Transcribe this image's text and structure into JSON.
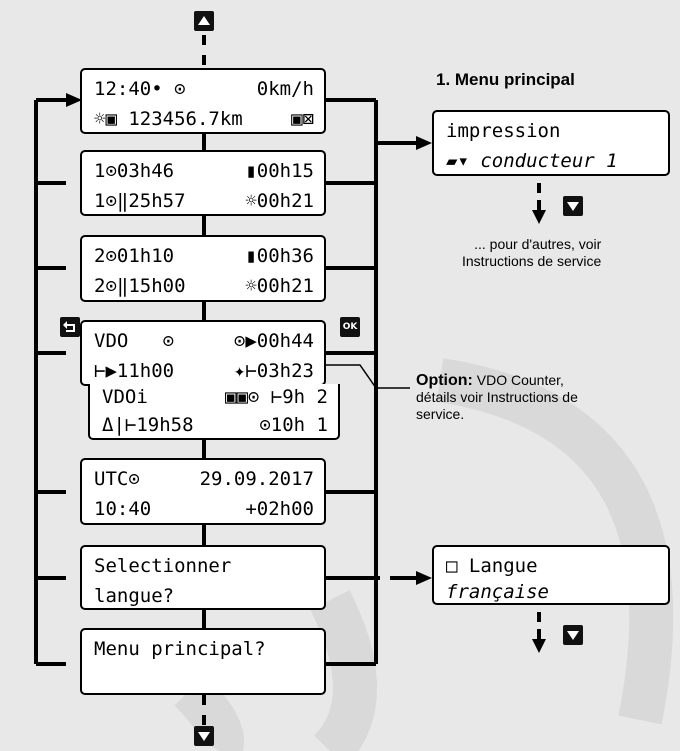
{
  "title": "1. Menu principal",
  "screens": {
    "s1": {
      "r1_time": "12:40",
      "r1_dot": "•",
      "r1_sym": "⊙",
      "r1_speed": "0km/h",
      "r2_a": "☼▣",
      "r2_odo": "123456.7km",
      "r2_b": "▣⊠"
    },
    "s2": {
      "r1_a": "1⊙03h46",
      "r1_b": "▮00h15",
      "r2_a": "1⊙‖25h57",
      "r2_b": "☼00h21"
    },
    "s3": {
      "r1_a": "2⊙01h10",
      "r1_b": "▮00h36",
      "r2_a": "2⊙‖15h00",
      "r2_b": "☼00h21"
    },
    "s4": {
      "r1_a": "VDO",
      "r1_m": "⊙",
      "r1_b": "⊙▶00h44",
      "r2_a": "⊢▶11h00",
      "r2_b": "✦⊢03h23"
    },
    "s5": {
      "r1_a": "VDOi",
      "r1_b": "▣▣⊙ ⊢9h 2",
      "r2_a": "Δ|⊢19h58",
      "r2_b": "⊙10h 1"
    },
    "s6": {
      "r1_a": "UTC⊙",
      "r1_b": "29.09.2017",
      "r2_a": "10:40",
      "r2_b": "+02h00"
    },
    "s7": {
      "r1": "Selectionner",
      "r2": "langue?"
    },
    "s8": {
      "r1": "Menu principal?"
    },
    "p1": {
      "r1": "impression",
      "r2_icon": "▰▾",
      "r2": "conducteur 1"
    },
    "p2": {
      "r1_icon": "□",
      "r1": "Langue",
      "r2": "française"
    }
  },
  "notes": {
    "more_line1": "... pour d'autres, voir",
    "more_line2": "Instructions de service",
    "option_label": "Option:",
    "option_line1": " VDO Counter,",
    "option_line2": "détails voir Instructions de",
    "option_line3": "service."
  },
  "keys": {
    "ok": "OK"
  },
  "icons": [
    "up-arrow-key-icon",
    "down-arrow-key-icon",
    "back-key-icon",
    "ok-key-icon",
    "watermark-arc"
  ],
  "colors": {
    "background": "#e8e8e8",
    "lcd_bg": "#ffffff",
    "line": "#000000",
    "key": "#111111",
    "watermark": "#d9d9d9"
  }
}
